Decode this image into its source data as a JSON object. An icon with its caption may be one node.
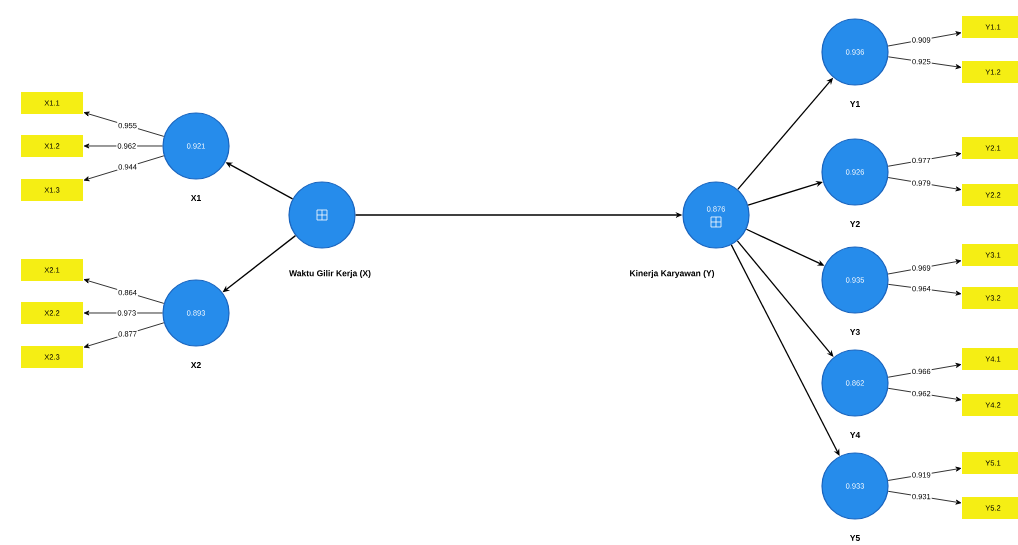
{
  "diagram": {
    "nodes": [
      {
        "text": [
          "X1.1"
        ]
      },
      {
        "text": [
          "X1.2"
        ]
      },
      {
        "text": [
          "X1.3"
        ]
      },
      {
        "text": [
          "X2.1"
        ]
      },
      {
        "text": [
          "X2.2"
        ]
      },
      {
        "text": [
          "X2.3"
        ]
      },
      {
        "text": [
          "0.921",
          "X1"
        ]
      },
      {
        "text": [
          "0.893",
          "X2"
        ]
      },
      {
        "text": [
          "Waktu Gilir Kerja (X)"
        ]
      },
      {
        "text": [
          "0.876",
          "Kinerja Karyawan (Y)"
        ]
      },
      {
        "text": [
          "0.936",
          "Y1"
        ]
      },
      {
        "text": [
          "0.926",
          "Y2"
        ]
      },
      {
        "text": [
          "0.935",
          "Y3"
        ]
      },
      {
        "text": [
          "0.862",
          "Y4"
        ]
      },
      {
        "text": [
          "0.933",
          "Y5"
        ]
      },
      {
        "text": [
          "Y1.1"
        ]
      },
      {
        "text": [
          "Y1.2"
        ]
      },
      {
        "text": [
          "Y2.1"
        ]
      },
      {
        "text": [
          "Y2.2"
        ]
      },
      {
        "text": [
          "Y3.1"
        ]
      },
      {
        "text": [
          "Y3.2"
        ]
      },
      {
        "text": [
          "Y4.1"
        ]
      },
      {
        "text": [
          "Y4.2"
        ]
      },
      {
        "text": [
          "Y5.1"
        ]
      },
      {
        "text": [
          "Y5.2"
        ]
      }
    ],
    "edges": [
      {
        "from": 8,
        "to": 6,
        "arrow": "to"
      },
      {
        "from": 8,
        "to": 7,
        "arrow": "to"
      },
      {
        "from": 8,
        "to": 9,
        "arrow": "to"
      },
      {
        "from": 9,
        "to": 10,
        "arrow": "to"
      },
      {
        "from": 9,
        "to": 11,
        "arrow": "to"
      },
      {
        "from": 9,
        "to": 12,
        "arrow": "to"
      },
      {
        "from": 9,
        "to": 13,
        "arrow": "to"
      },
      {
        "from": 9,
        "to": 14,
        "arrow": "to"
      },
      {
        "from": 6,
        "to": 0,
        "arrow": "to",
        "label": "0.955"
      },
      {
        "from": 6,
        "to": 1,
        "arrow": "to",
        "label": "0.962"
      },
      {
        "from": 6,
        "to": 2,
        "arrow": "to",
        "label": "0.944"
      },
      {
        "from": 7,
        "to": 3,
        "arrow": "to",
        "label": "0.864"
      },
      {
        "from": 7,
        "to": 4,
        "arrow": "to",
        "label": "0.973"
      },
      {
        "from": 7,
        "to": 5,
        "arrow": "to",
        "label": "0.877"
      },
      {
        "from": 10,
        "to": 15,
        "arrow": "to",
        "label": "0.909"
      },
      {
        "from": 10,
        "to": 16,
        "arrow": "to",
        "label": "0.925"
      },
      {
        "from": 11,
        "to": 17,
        "arrow": "to",
        "label": "0.977"
      },
      {
        "from": 11,
        "to": 18,
        "arrow": "to",
        "label": "0.979"
      },
      {
        "from": 12,
        "to": 19,
        "arrow": "to",
        "label": "0.969"
      },
      {
        "from": 12,
        "to": 20,
        "arrow": "to",
        "label": "0.964"
      },
      {
        "from": 13,
        "to": 21,
        "arrow": "to",
        "label": "0.966"
      },
      {
        "from": 13,
        "to": 22,
        "arrow": "to",
        "label": "0.962"
      },
      {
        "from": 14,
        "to": 23,
        "arrow": "to",
        "label": "0.919"
      },
      {
        "from": 14,
        "to": 24,
        "arrow": "to",
        "label": "0.931"
      }
    ]
  }
}
